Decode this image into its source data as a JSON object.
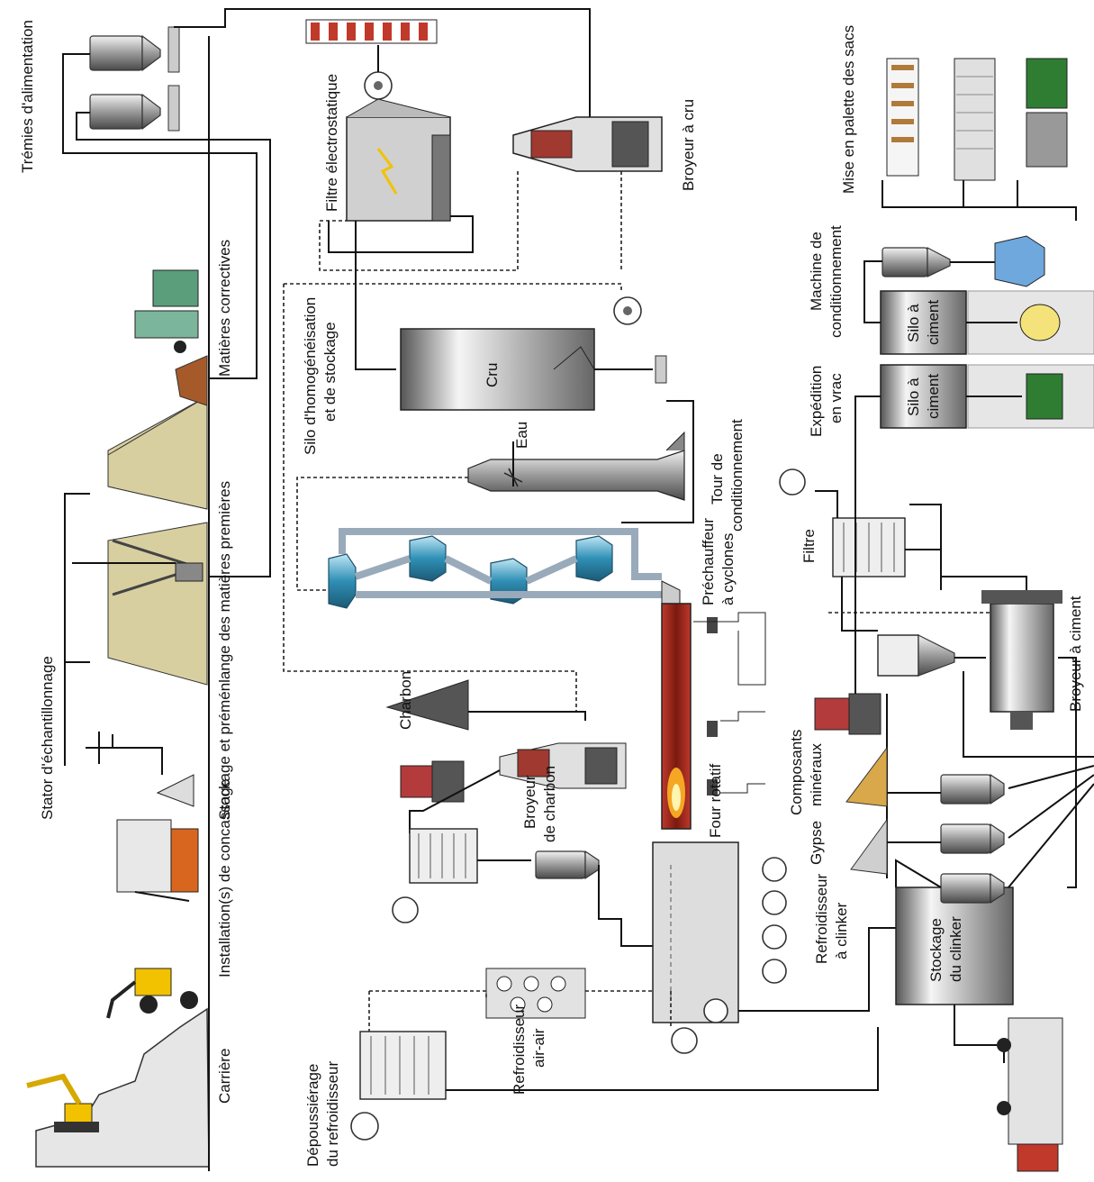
{
  "labels": {
    "carriere": "Carrière",
    "concassage": "Installation(s) de concassage",
    "echantillonnage": "Stator d'échantillonnage",
    "stockage_premelange": "Stockage et préménlange des matières premières",
    "matieres_correctives": "Matières correctives",
    "tremies": "Trémies d'alimentation",
    "filtre_electrostatique": "Filtre électrostatique",
    "broyeur_cru": "Broyeur à cru",
    "silo_homogeneisation_1": "Silo d'homogénéisation",
    "silo_homogeneisation_2": "et de stockage",
    "cru": "Cru",
    "eau": "Eau",
    "tour_1": "Tour de",
    "tour_2": "conditionnement",
    "prechauffeur_1": "Préchauffeur",
    "prechauffeur_2": "à cyclones",
    "charbon": "Charbon",
    "broyeur_charbon_1": "Broyeur",
    "broyeur_charbon_2": "de charbon",
    "four_rotatif": "Four rotatif",
    "refroidisseur_clinker_1": "Refroidisseur",
    "refroidisseur_clinker_2": "à clinker",
    "refroidisseur_air_1": "Refroidisseur",
    "refroidisseur_air_2": "air-air",
    "depoussierage_1": "Dépoussiérage",
    "depoussierage_2": "du refroidisseur",
    "filtre": "Filtre",
    "broyeur_ciment": "Broyeur à ciment",
    "composants_1": "Composants",
    "composants_2": "minéraux",
    "gypse": "Gypse",
    "stockage_clinker_1": "Stockage",
    "stockage_clinker_2": "du clinker",
    "expedition_1": "Expédition",
    "expedition_2": "en vrac",
    "silo_ciment_a_1": "Silo à",
    "silo_ciment_a_2": "ciment",
    "silo_ciment_b_1": "Silo à",
    "silo_ciment_b_2": "ciment",
    "machine_cond_1": "Machine de",
    "machine_cond_2": "conditionnement",
    "palette": "Mise en palette des sacs"
  },
  "colors": {
    "blue_equipment": "#2f8fb5",
    "kiln": "#8a1c10",
    "flame": "#f5a623",
    "pile": "#d8cfa0",
    "corrective": "#a65a2a",
    "mineral": "#d9a84a",
    "gypse": "#cfcfcf"
  }
}
